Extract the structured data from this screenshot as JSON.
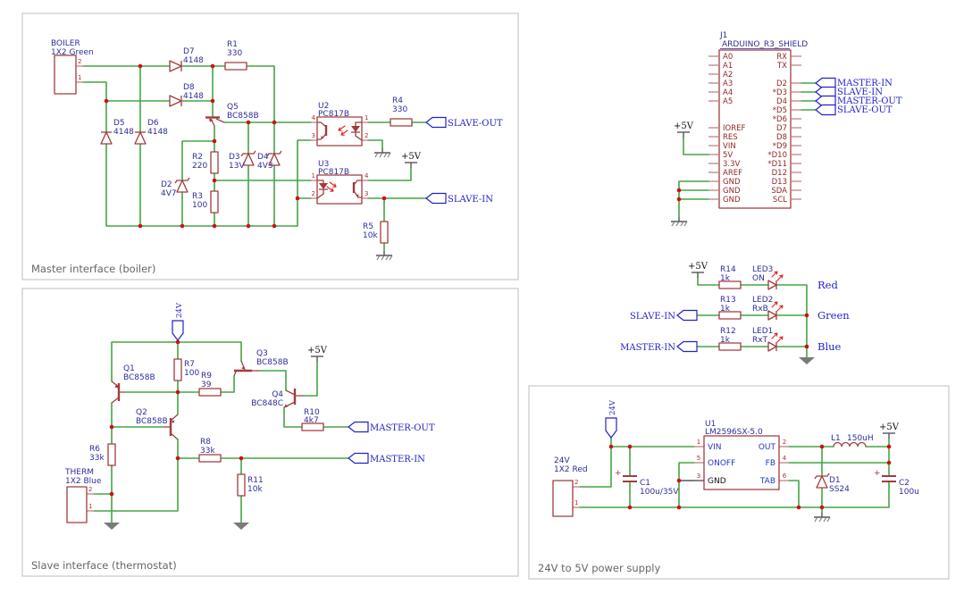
{
  "master": {
    "title": "Master interface (boiler)",
    "boiler": {
      "ref": "BOILER",
      "val": "1X2 Green",
      "p1": "1",
      "p2": "2"
    },
    "d2": {
      "ref": "D2",
      "val": "4V7"
    },
    "d3": {
      "ref": "D3",
      "val": "13V"
    },
    "d4": {
      "ref": "D4",
      "val": "4V3"
    },
    "d5": {
      "ref": "D5",
      "val": "4148"
    },
    "d6": {
      "ref": "D6",
      "val": "4148"
    },
    "d7": {
      "ref": "D7",
      "val": "4148"
    },
    "d8": {
      "ref": "D8",
      "val": "4148"
    },
    "r1": {
      "ref": "R1",
      "val": "330"
    },
    "r2": {
      "ref": "R2",
      "val": "220"
    },
    "r3": {
      "ref": "R3",
      "val": "100"
    },
    "r4": {
      "ref": "R4",
      "val": "330"
    },
    "r5": {
      "ref": "R5",
      "val": "10k"
    },
    "q5": {
      "ref": "Q5",
      "val": "BC858B"
    },
    "u2": {
      "ref": "U2",
      "val": "PC817B",
      "p1": "1",
      "p2": "2",
      "p3": "3",
      "p4": "4"
    },
    "u3": {
      "ref": "U3",
      "val": "PC817B",
      "p1": "1",
      "p2": "2",
      "p3": "3",
      "p4": "4"
    },
    "pwr5": "+5V",
    "net_out": "SLAVE-OUT",
    "net_in": "SLAVE-IN"
  },
  "slave": {
    "title": "Slave interface (thermostat)",
    "pwr24": "24V",
    "pwr5": "+5V",
    "therm": {
      "ref": "THERM",
      "val": "1X2 Blue",
      "p1": "1",
      "p2": "2"
    },
    "q1": {
      "ref": "Q1",
      "val": "BC858B"
    },
    "q2": {
      "ref": "Q2",
      "val": "BC858B"
    },
    "q3": {
      "ref": "Q3",
      "val": "BC858B"
    },
    "q4": {
      "ref": "Q4",
      "val": "BC848C"
    },
    "r6": {
      "ref": "R6",
      "val": "33k"
    },
    "r7": {
      "ref": "R7",
      "val": "100"
    },
    "r8": {
      "ref": "R8",
      "val": "33k"
    },
    "r9": {
      "ref": "R9",
      "val": "39"
    },
    "r10": {
      "ref": "R10",
      "val": "4k7"
    },
    "r11": {
      "ref": "R11",
      "val": "10k"
    },
    "net_out": "MASTER-OUT",
    "net_in": "MASTER-IN"
  },
  "arduino": {
    "ref": "J1",
    "name": "ARDUINO_R3_SHIELD",
    "pwr5": "+5V",
    "left": [
      "A0",
      "A1",
      "A2",
      "A3",
      "A4",
      "A5",
      "IOREF",
      "RES",
      "VIN",
      "5V",
      "3.3V",
      "AREF",
      "GND",
      "GND",
      "GND"
    ],
    "right": [
      "RX",
      "TX",
      "D2",
      "*D3",
      "D4",
      "*D5",
      "*D6",
      "D7",
      "D8",
      "*D9",
      "*D10",
      "*D11",
      "D12",
      "D13",
      "SDA",
      "SCL"
    ],
    "nets": [
      "MASTER-IN",
      "SLAVE-IN",
      "MASTER-OUT",
      "SLAVE-OUT"
    ]
  },
  "leds": {
    "pwr5": "+5V",
    "rows": [
      {
        "r": "R14",
        "rv": "1k",
        "led": "LED3",
        "lv": "ON",
        "src": "",
        "net": "Red"
      },
      {
        "r": "R13",
        "rv": "1k",
        "led": "LED2",
        "lv": "RxB",
        "src": "SLAVE-IN",
        "net": "Green"
      },
      {
        "r": "R12",
        "rv": "1k",
        "led": "LED1",
        "lv": "RxT",
        "src": "MASTER-IN",
        "net": "Blue"
      }
    ]
  },
  "psu": {
    "title": "24V to 5V power supply",
    "pwr24": "24V",
    "pwr5": "+5V",
    "conn": {
      "ref": "24V",
      "val": "1X2 Red",
      "p1": "1",
      "p2": "2"
    },
    "c1": {
      "ref": "C1",
      "val": "100u/35V"
    },
    "c2": {
      "ref": "C2",
      "val": "100u"
    },
    "d1": {
      "ref": "D1",
      "val": "SS24"
    },
    "l1": {
      "ref": "L1",
      "val": "150uH"
    },
    "u1": {
      "ref": "U1",
      "val": "LM2596SX-5.0",
      "n1": "1",
      "n2": "2",
      "n3": "3",
      "n4": "4",
      "n5": "5",
      "n6": "6",
      "vin": "VIN",
      "onoff": "ONOFF",
      "gnd": "GND",
      "out": "OUT",
      "fb": "FB",
      "tab": "TAB"
    }
  },
  "colors": {
    "wire": "#44a544",
    "component": "#a03c3c",
    "junction": "#d01010",
    "label": "#2d2d9e",
    "net": "#2222cc",
    "pin_name": "#8f2727",
    "frame": "#bcbcbc"
  }
}
